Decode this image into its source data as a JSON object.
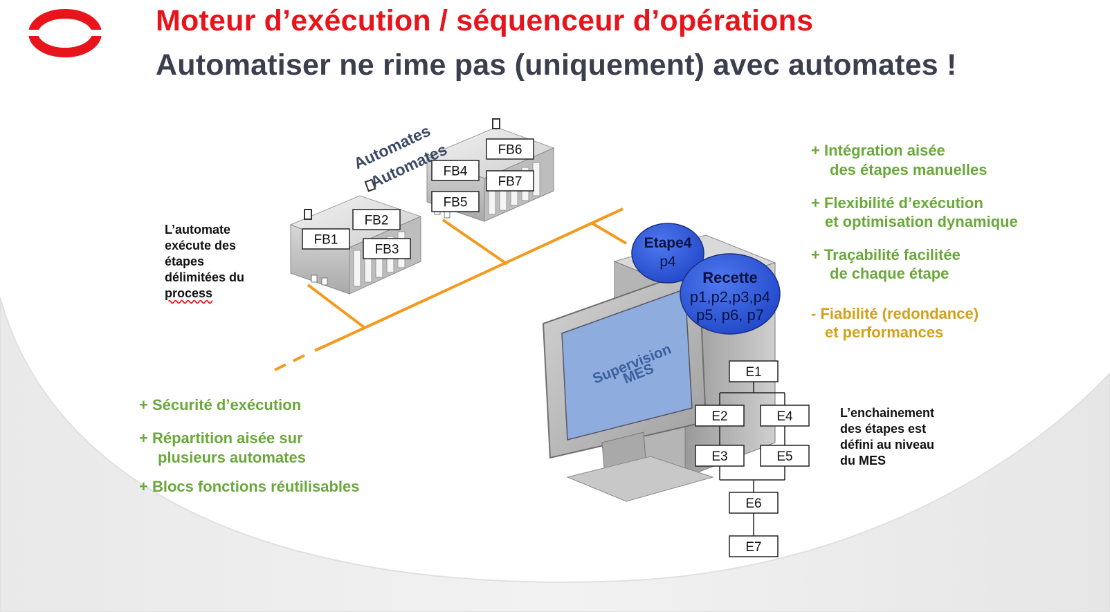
{
  "header": {
    "title": "Moteur d’exécution / séquenceur d’opérations",
    "subtitle": "Automatiser ne rime pas (uniquement) avec automates !"
  },
  "colors": {
    "title_red": "#e8141c",
    "subtitle_dark": "#3a3f4d",
    "benefit_green": "#6aa83a",
    "caveat_amber": "#d4a017",
    "bus_orange": "#f39a1e",
    "bubble_blue": "#2e57d6",
    "screen_blue": "#8eadde"
  },
  "logo": {
    "icon": "red-ring-logo"
  },
  "plcs": {
    "label_front": "Automates",
    "label_back": "Automates",
    "front_blocks": [
      "FB1",
      "FB2",
      "FB3"
    ],
    "back_blocks": [
      "FB4",
      "FB5",
      "FB6",
      "FB7"
    ]
  },
  "left_note": {
    "lines": [
      "L’automate",
      "exécute des",
      "étapes",
      "délimitées du",
      "process"
    ]
  },
  "left_benefits": [
    {
      "lines": [
        "+ Sécurité d’exécution"
      ]
    },
    {
      "lines": [
        "+ Répartition aisée sur",
        "plusieurs automates"
      ]
    },
    {
      "lines": [
        "+ Blocs fonctions réutilisables"
      ]
    }
  ],
  "right_benefits": [
    {
      "lines": [
        "+ Intégration aisée",
        "des étapes manuelles"
      ]
    },
    {
      "lines": [
        "+ Flexibilité d’exécution",
        "et optimisation dynamique"
      ]
    },
    {
      "lines": [
        "+ Traçabilité facilitée",
        "de chaque étape"
      ]
    }
  ],
  "right_caveat": {
    "lines": [
      "- Fiabilité (redondance)",
      "et performances"
    ]
  },
  "supervision": {
    "screen_lines": [
      "Supervision",
      "MES"
    ],
    "etape_bubble": {
      "title": "Etape4",
      "body": "p4"
    },
    "recette_bubble": {
      "title": "Recette",
      "lines": [
        "p1,p2,p3,p4",
        "p5, p6, p7"
      ]
    }
  },
  "sequence_steps": [
    "E1",
    "E2",
    "E4",
    "E3",
    "E5",
    "E6",
    "E7"
  ],
  "right_note": {
    "lines": [
      "L’enchainement",
      "des étapes est",
      "défini au niveau",
      "du MES"
    ]
  }
}
